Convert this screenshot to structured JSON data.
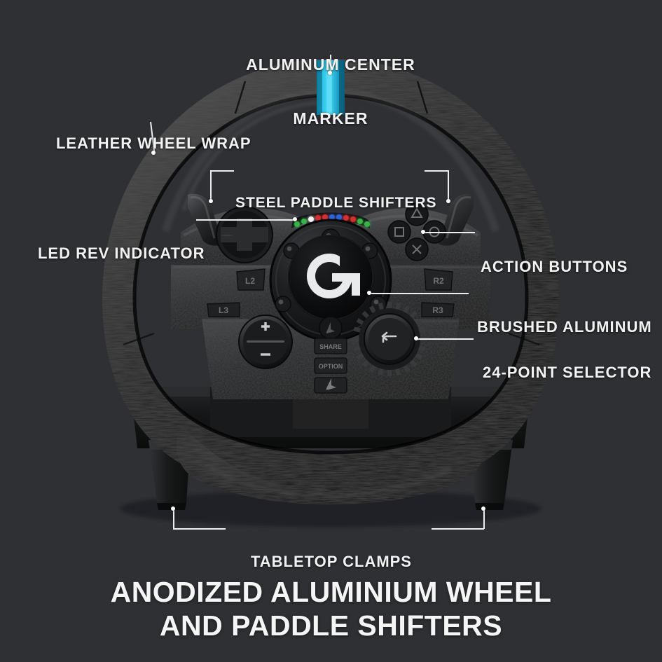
{
  "meta": {
    "background_color": "#2e3034",
    "text_color": "#f2f2f2",
    "accent_color": "#29b6d8",
    "leader_line_color": "#eceff1"
  },
  "headline": {
    "line1": "ANODIZED ALUMINIUM WHEEL",
    "line2": "AND PADDLE SHIFTERS"
  },
  "callouts": [
    {
      "id": "aluminum-center-marker",
      "label_line1": "ALUMINUM CENTER",
      "label_line2": "MARKER",
      "align": "center"
    },
    {
      "id": "leather-wheel-wrap",
      "label_line1": "LEATHER WHEEL WRAP",
      "align": "left"
    },
    {
      "id": "steel-paddle-shifters",
      "label_line1": "STEEL PADDLE SHIFTERS",
      "align": "center"
    },
    {
      "id": "led-rev-indicator",
      "label_line1": "LED REV INDICATOR",
      "align": "left"
    },
    {
      "id": "action-buttons",
      "label_line1": "ACTION BUTTONS",
      "align": "left"
    },
    {
      "id": "brushed-aluminum",
      "label_line1": "BRUSHED ALUMINUM",
      "align": "left"
    },
    {
      "id": "24-point-selector",
      "label_line1": "24-POINT SELECTOR",
      "align": "left"
    },
    {
      "id": "tabletop-clamps",
      "label_line1": "TABLETOP CLAMPS",
      "align": "center"
    }
  ],
  "product": {
    "brand_logo": "logitech-g-logo",
    "center_marker_color": "#29b6d8",
    "rim_color": "#1a1a1a",
    "hub_color": "#141414",
    "led_strip": {
      "name": "led-rev-indicator-strip",
      "colors": [
        "#35b44a",
        "#35b44a",
        "#f2f2f2",
        "#d42f2f",
        "#d42f2f",
        "#2f63d4",
        "#2f63d4",
        "#d42f2f",
        "#d42f2f",
        "#35b44a",
        "#35b44a"
      ]
    },
    "buttons": {
      "dpad": "dpad-button",
      "action_triangle": "triangle-button",
      "action_square": "square-button",
      "action_circle": "circle-button",
      "action_cross": "cross-button",
      "shoulder_left": "L2",
      "shoulder_right": "R2",
      "stick_left": "L3",
      "stick_right": "R3",
      "share": "SHARE",
      "option": "OPTION",
      "playstation": "ps-logo-button",
      "dial_plus": "+",
      "dial_minus": "−",
      "selector_enter": "↵"
    }
  }
}
